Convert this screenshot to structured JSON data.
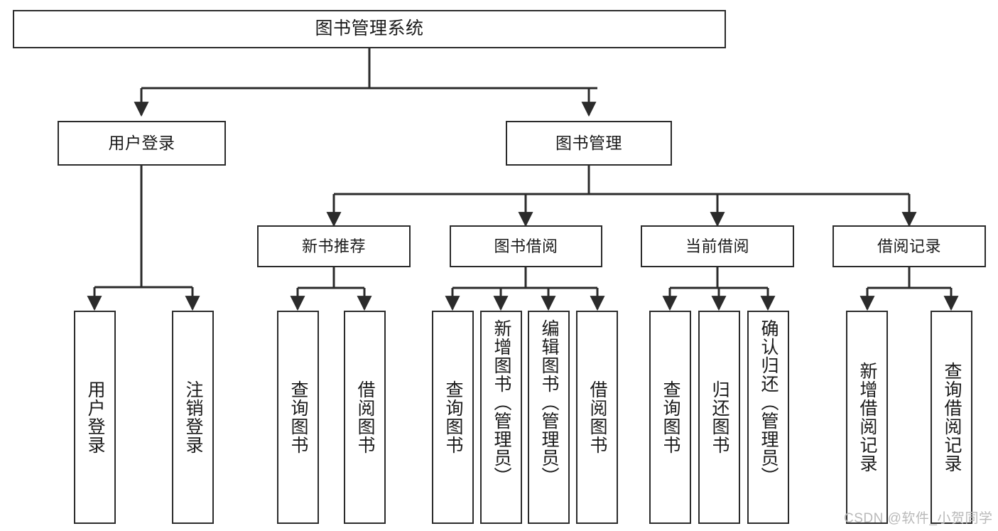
{
  "diagram": {
    "title": "图书管理系统",
    "type": "tree-hierarchy",
    "root": {
      "label": "图书管理系统"
    },
    "level1": [
      {
        "label": "用户登录"
      },
      {
        "label": "图书管理"
      }
    ],
    "level2": [
      {
        "label": "新书推荐"
      },
      {
        "label": "图书借阅"
      },
      {
        "label": "当前借阅"
      },
      {
        "label": "借阅记录"
      }
    ],
    "leaves": {
      "user_login": [
        {
          "label": "用户登录"
        },
        {
          "label": "注销登录"
        }
      ],
      "new_book_recommend": [
        {
          "label": "查询图书"
        },
        {
          "label": "借阅图书"
        }
      ],
      "book_borrow": [
        {
          "label": "查询图书"
        },
        {
          "label": "新增图书（管理员）"
        },
        {
          "label": "编辑图书（管理员）"
        },
        {
          "label": "借阅图书"
        }
      ],
      "current_borrow": [
        {
          "label": "查询图书"
        },
        {
          "label": "归还图书"
        },
        {
          "label": "确认归还（管理员）"
        }
      ],
      "borrow_record": [
        {
          "label": "新增借阅记录"
        },
        {
          "label": "查询借阅记录"
        }
      ]
    }
  },
  "watermark": {
    "text": "CSDN @软件_小贺同学"
  },
  "colors": {
    "stroke": "#2b2b2b",
    "background": "#ffffff",
    "text": "#1a1a1a",
    "watermark": "#b9b9b9"
  }
}
